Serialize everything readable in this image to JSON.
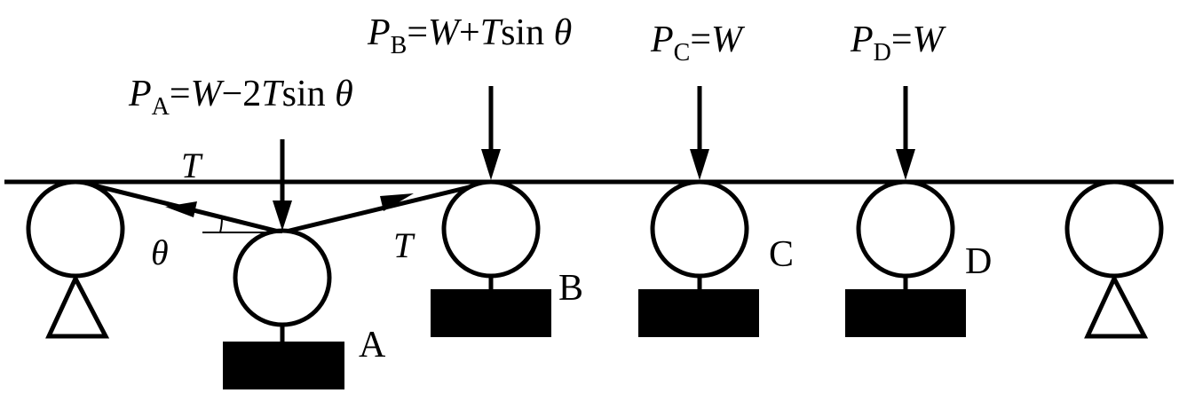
{
  "labels": {
    "pa_p": "P",
    "pa_sub": "A",
    "pa_rest1": "=",
    "pa_w": "W",
    "pa_rest2": "−2",
    "pa_t": "T",
    "pa_rest3": "sin ",
    "pa_theta": "θ",
    "pb_p": "P",
    "pb_sub": "B",
    "pb_rest1": "=",
    "pb_w": "W",
    "pb_rest2": "+",
    "pb_t": "T",
    "pb_rest3": "sin ",
    "pb_theta": "θ",
    "pc_p": "P",
    "pc_sub": "C",
    "pc_rest1": "=",
    "pc_w": "W",
    "pd_p": "P",
    "pd_sub": "D",
    "pd_rest1": "=",
    "pd_w": "W",
    "tension_left": "T",
    "tension_right": "T",
    "angle": "θ",
    "roller_a": "A",
    "roller_b": "B",
    "roller_c": "C",
    "roller_d": "D"
  }
}
